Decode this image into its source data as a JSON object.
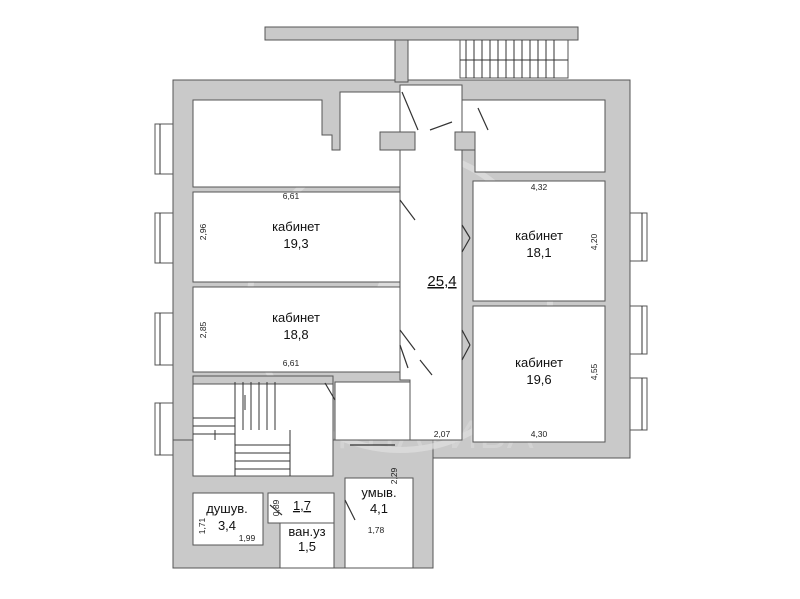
{
  "plan": {
    "rooms": {
      "office1": {
        "name": "кабинет",
        "area": "19,3"
      },
      "office2": {
        "name": "кабинет",
        "area": "18,8"
      },
      "office3": {
        "name": "кабинет",
        "area": "18,1"
      },
      "office4": {
        "name": "кабинет",
        "area": "19,6"
      },
      "corridor": {
        "area": "25,4"
      },
      "shower": {
        "name": "душув.",
        "area": "3,4"
      },
      "hall": {
        "area": "1,7"
      },
      "wc": {
        "name": "ван.уз",
        "area": "1,5"
      },
      "washroom": {
        "name": "умыв.",
        "area": "4,1"
      }
    },
    "dimensions": {
      "d661a": "6,61",
      "d296": "2,96",
      "d285": "2,85",
      "d661b": "6,61",
      "d432": "4,32",
      "d420": "4,20",
      "d455": "4,55",
      "d430": "4,30",
      "d207": "2,07",
      "d229": "2,29",
      "d089": "0,89",
      "d171": "1,71",
      "d199": "1,99",
      "d178": "1,78"
    },
    "watermark": "АЛЬТЕРНАТИВА"
  }
}
